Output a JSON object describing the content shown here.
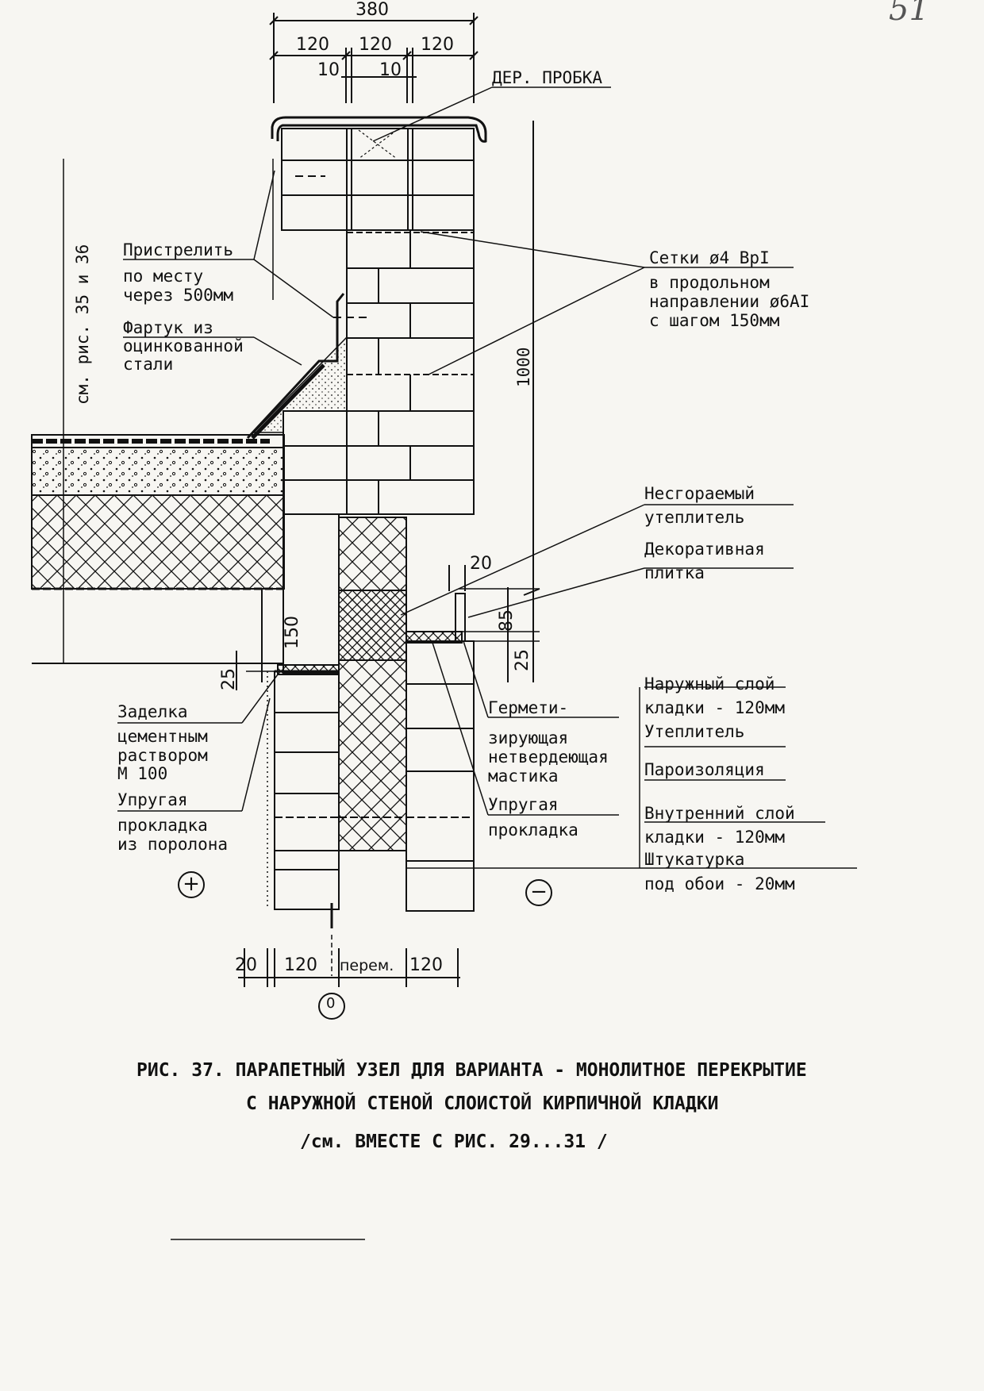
{
  "page_number": "51",
  "dimensions": {
    "top_total": "380",
    "top_parts": [
      "120",
      "120",
      "120"
    ],
    "top_gaps": [
      "10",
      "10"
    ],
    "height": "1000",
    "d20": "20",
    "d85": "85",
    "d25_right": "25",
    "d150": "150",
    "d25_left": "25",
    "bottom": [
      "20",
      "120",
      "перем.",
      "120"
    ]
  },
  "axis_marker": "0",
  "labels": {
    "wood_plug": "ДЕР. ПРОБКА",
    "shoot": [
      "Пристрелить",
      "по месту",
      "через 500мм"
    ],
    "apron": [
      "Фартук из",
      "оцинкованной",
      "стали"
    ],
    "see_fig": "см. рис. 35 и 36",
    "mesh": [
      "Сетки ø4 BpI",
      "в продольном",
      "направлении ø6AI",
      "с шагом 150мм"
    ],
    "insul_nc": [
      "Несгораемый",
      "утеплитель"
    ],
    "tile": [
      "Декоративная",
      "плитка"
    ],
    "outer": [
      "Наружный слой",
      "кладки - 120мм",
      "Утеплитель"
    ],
    "vapor": "Пароизоляция",
    "inner": [
      "Внутренний слой",
      "кладки - 120мм",
      "Штукатурка",
      "под обои - 20мм"
    ],
    "mortar": [
      "Заделка",
      "цементным",
      "раствором",
      "М 100"
    ],
    "foam": [
      "Упругая",
      "прокладка",
      "из поролона"
    ],
    "mastic": [
      "Гермети-",
      "зирующая",
      "нетвердеющая",
      "мастика"
    ],
    "gasket": [
      "Упругая",
      "прокладка"
    ],
    "plus": "+",
    "minus": "−"
  },
  "caption": {
    "line1": "РИС. 37. ПАРАПЕТНЫЙ УЗЕЛ ДЛЯ ВАРИАНТА - МОНОЛИТНОЕ ПЕРЕКРЫТИЕ",
    "line2": "С НАРУЖНОЙ СТЕНОЙ СЛОИСТОЙ КИРПИЧНОЙ КЛАДКИ",
    "line3": "/см. ВМЕСТЕ С РИС. 29...31 /"
  },
  "colors": {
    "ink": "#111111",
    "paper": "#f7f6f2"
  }
}
